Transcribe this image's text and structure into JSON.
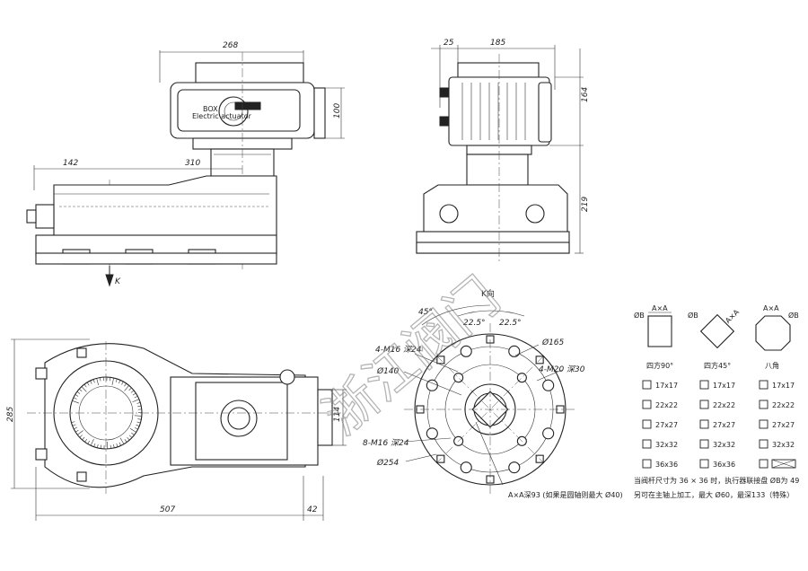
{
  "dimensions": {
    "top_width": "268",
    "top_height": "100",
    "left_offset": "142",
    "shaft_offset": "310",
    "side_offset": "25",
    "side_width": "185",
    "side_top": "164",
    "side_bottom": "219",
    "plan_height": "285",
    "plan_flange": "114",
    "plan_length": "507",
    "plan_extra": "42",
    "k_label": "K"
  },
  "flange_view": {
    "title": "K向",
    "angle_main": "45°",
    "angle_a": "22.5°",
    "angle_b": "22.5°",
    "hole_a": "4-M16 深24",
    "hole_b": "4-M20 深30",
    "hole_c": "8-M16 深24",
    "dia_165": "Ø165",
    "dia_140": "Ø140",
    "dia_254": "Ø254",
    "depth_note": "A×A深93 (如果是圆轴则最大 Ø40)"
  },
  "shaft_table": {
    "shape_labels": [
      "ØB",
      "A×A",
      "ØB",
      "A×A",
      "A×A",
      "ØB"
    ],
    "headers": [
      "四方90°",
      "四方45°",
      "八角"
    ],
    "rows": [
      [
        "17x17",
        "17x17",
        "17x17"
      ],
      [
        "22x22",
        "22x22",
        "22x22"
      ],
      [
        "27x27",
        "27x27",
        "27x27"
      ],
      [
        "32x32",
        "32x32",
        "32x32"
      ],
      [
        "36x36",
        "36x36",
        ""
      ]
    ],
    "note_line1": "当阀杆尺寸为 36 × 36 时，执行器联接盘 ØB为 49",
    "note_line2": "另可在主轴上加工，最大 Ø60，最深133（特殊）"
  },
  "actuator_label": {
    "brand": "BOX",
    "sub": "Electric actuator"
  },
  "watermark": "浙江阀门"
}
